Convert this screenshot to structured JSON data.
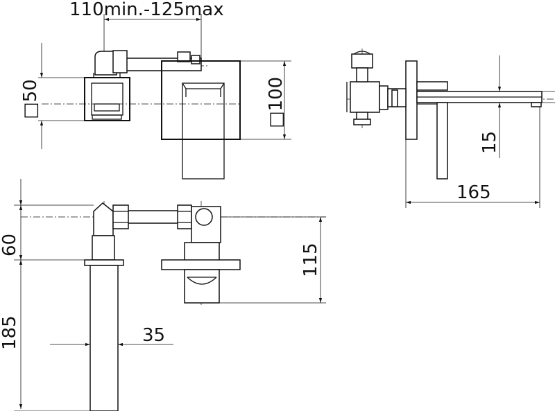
{
  "dimensions": {
    "width_range": "110min.-125max",
    "square_50": "□50",
    "square_100": "□100",
    "d15": "15",
    "d165": "165",
    "d60": "60",
    "d115": "115",
    "d185": "185",
    "d35": "35"
  }
}
